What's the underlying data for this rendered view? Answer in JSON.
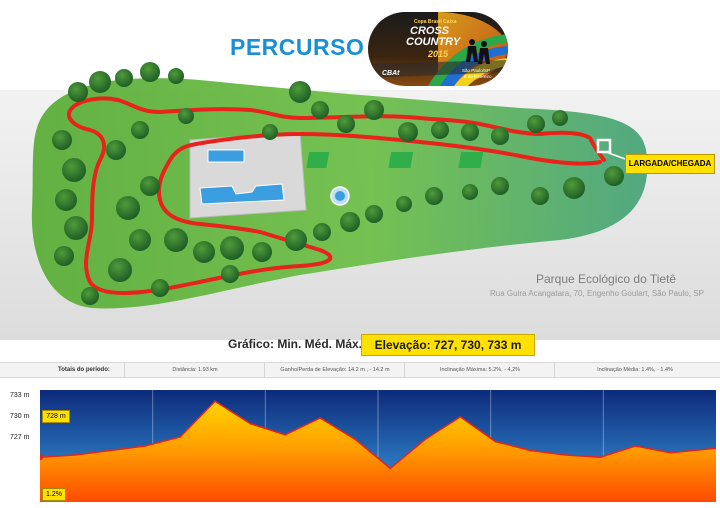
{
  "header": {
    "title": "PERCURSO",
    "logo": {
      "top_line": "Copa Brasil Caixa",
      "line1": "CROSS",
      "line2": "COUNTRY",
      "year": "2015",
      "sponsor": "CBAt",
      "location": "São Paulo/SP",
      "date": "8 de fevereiro"
    }
  },
  "map": {
    "park_name": "Parque Ecológico do Tietê",
    "park_address": "Rua Guira Acangatara, 70, Engenho Goulart, São Paulo, SP",
    "start_finish_label": "LARGADA/CHEGADA",
    "colors": {
      "route": "#e8231c",
      "grass": "#6fbf4a",
      "water": "#3a9ee0",
      "tree": "#1f6b2a"
    }
  },
  "elevation_summary": {
    "label": "Gráfico: Min. Méd. Máx.",
    "value": "Elevação: 727, 730, 733 m"
  },
  "stats": {
    "heading": "Totais do período:",
    "distance": "Distância: 1.93 km",
    "gain_loss": "Ganho/Perda de Elevação: 14.2 m , - 14.2 m",
    "max_grade": "Inclinação Máxima: 5.2%, - 4,2%",
    "avg_grade": "Inclinação Média: 1.4%, - 1.4%"
  },
  "profile": {
    "y_labels": [
      "733 m",
      "730 m",
      "727 m"
    ],
    "current_elevation": "728 m",
    "current_grade": "1.2%"
  },
  "chart_data": {
    "type": "area",
    "title": "",
    "xlabel": "",
    "ylabel": "",
    "ylim": [
      724,
      734
    ],
    "x": [
      0.0,
      0.1,
      0.2,
      0.3,
      0.4,
      0.5,
      0.6,
      0.7,
      0.8,
      0.9,
      1.0,
      1.1,
      1.2,
      1.3,
      1.4,
      1.5,
      1.6,
      1.7,
      1.8,
      1.93
    ],
    "series": [
      {
        "values": [
          728.0,
          728.2,
          728.6,
          729.0,
          729.8,
          733.0,
          731.0,
          730.0,
          731.5,
          729.6,
          727.0,
          729.6,
          731.6,
          729.4,
          728.6,
          728.2,
          728.0,
          729.0,
          728.4,
          728.8
        ]
      }
    ],
    "grid": true
  }
}
